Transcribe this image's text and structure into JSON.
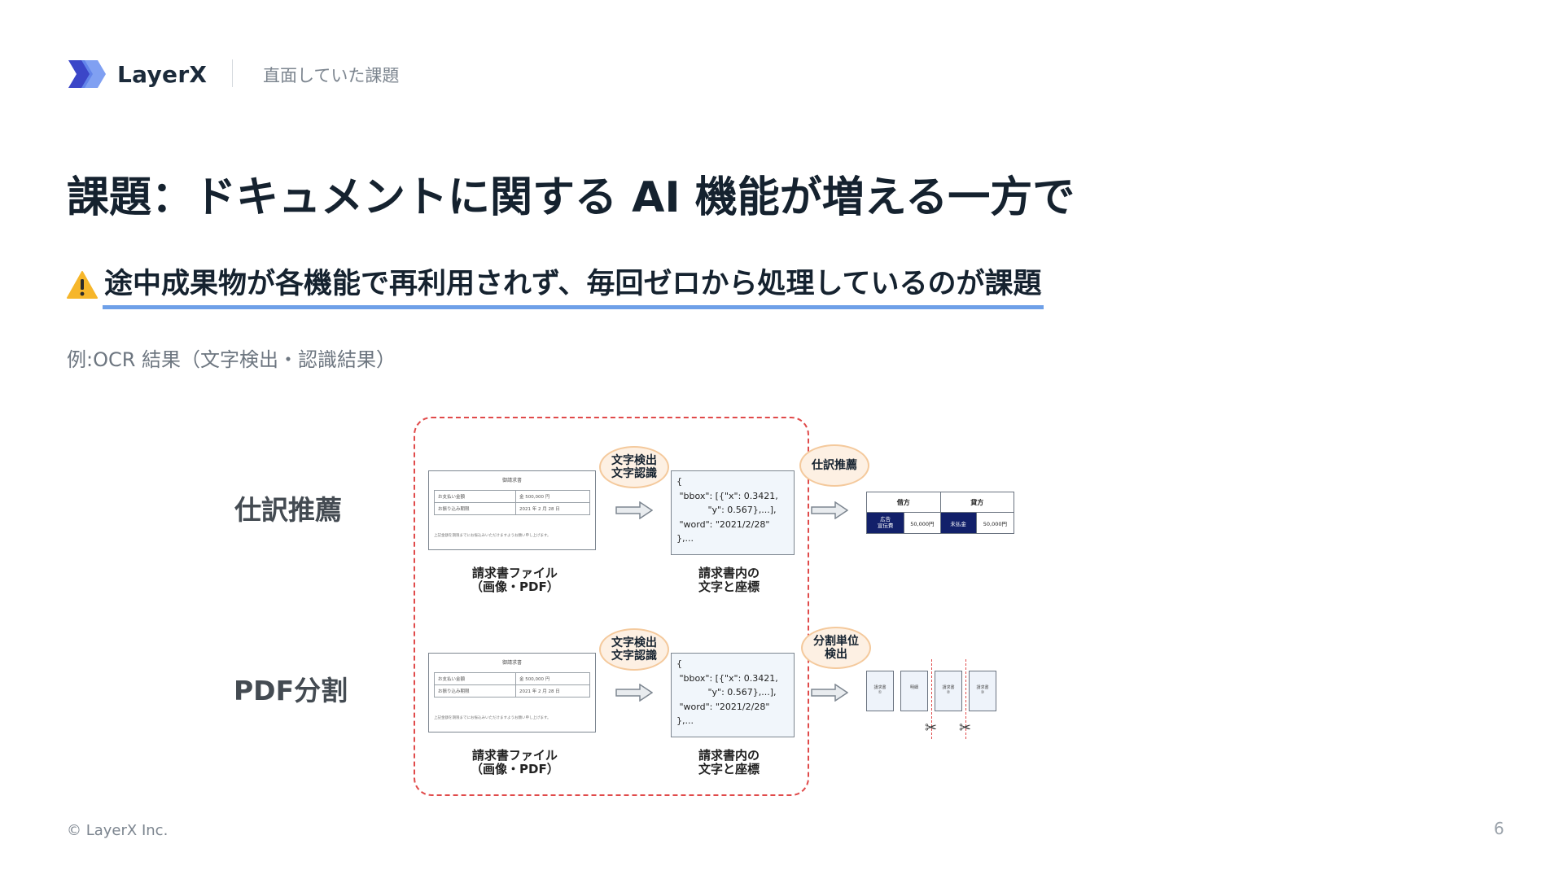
{
  "header": {
    "brand": "LayerX",
    "section": "直面していた課題"
  },
  "title": "課題：ドキュメントに関する AI 機能が増える一方で",
  "issue": {
    "icon": "warning-icon",
    "text": "途中成果物が各機能で再利用されず、毎回ゼロから処理しているのが課題"
  },
  "example_label": "例:OCR 結果（文字検出・認識結果）",
  "diagram": {
    "rows": [
      {
        "label": "仕訳推薦",
        "doc": {
          "title": "御請求書",
          "rows": [
            [
              "お支払い金額",
              "金 500,000 円"
            ],
            [
              "お振り込み期限",
              "2021 年 2 月 28 日"
            ]
          ],
          "note": "上記金額を期限までにお振込みいただけますようお願い申し上げます。"
        },
        "doc_caption_1": "請求書ファイル",
        "doc_caption_2": "（画像・PDF）",
        "ocr_step_1": "文字検出",
        "ocr_step_2": "文字認識",
        "json_text": "{\n \"bbox\": [{\"x\": 0.3421,\n           \"y\": 0.567},...],\n \"word\": \"2021/2/28\"\n},...",
        "json_caption_1": "請求書内の",
        "json_caption_2": "文字と座標",
        "final_step": "仕訳推薦",
        "journal": {
          "debit_header": "借方",
          "credit_header": "貸方",
          "cells": [
            "広告\n宣伝費",
            "50,000円",
            "未払金",
            "50,000円"
          ]
        }
      },
      {
        "label": "PDF分割",
        "doc": {
          "title": "御請求書",
          "rows": [
            [
              "お支払い金額",
              "金 500,000 円"
            ],
            [
              "お振り込み期限",
              "2021 年 2 月 28 日"
            ]
          ],
          "note": "上記金額を期限までにお振込みいただけますようお願い申し上げます。"
        },
        "doc_caption_1": "請求書ファイル",
        "doc_caption_2": "（画像・PDF）",
        "ocr_step_1": "文字検出",
        "ocr_step_2": "文字認識",
        "json_text": "{\n \"bbox\": [{\"x\": 0.3421,\n           \"y\": 0.567},...],\n \"word\": \"2021/2/28\"\n},...",
        "json_caption_1": "請求書内の",
        "json_caption_2": "文字と座標",
        "final_step_1": "分割単位",
        "final_step_2": "検出",
        "pages": [
          "請求書\n①",
          "明細",
          "請求書\n②",
          "請求書\n③"
        ]
      }
    ]
  },
  "footer": {
    "copyright": "© LayerX Inc.",
    "page_number": "6"
  },
  "colors": {
    "accent_underline": "#6ea0e8",
    "dashed_frame": "#e04a4a",
    "badge_fill": "#fdf0e3",
    "badge_border": "#f4c99c",
    "journal_dark": "#12206a"
  }
}
